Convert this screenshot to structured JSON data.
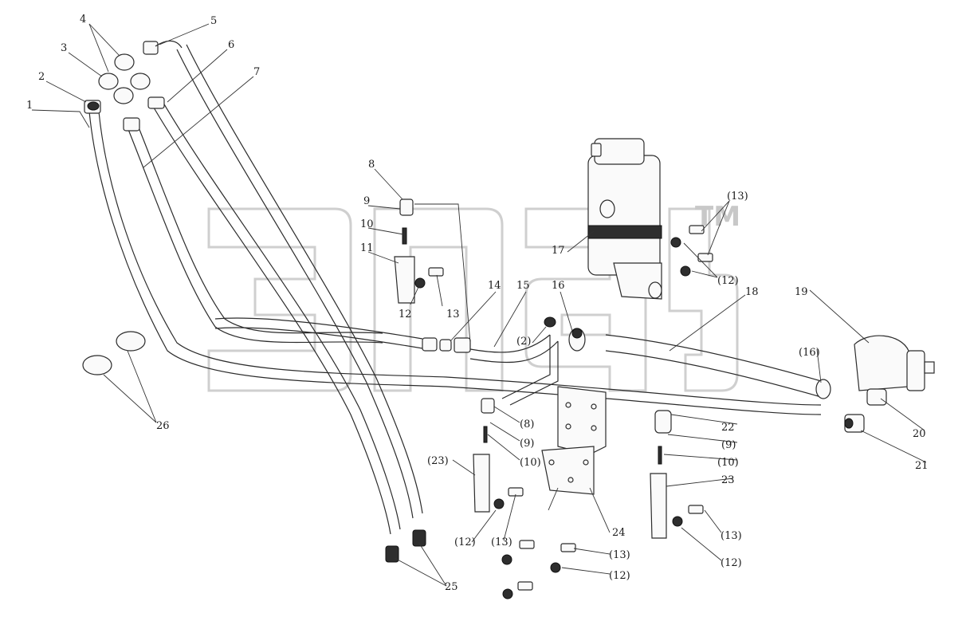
{
  "diagram": {
    "watermark_mark": "TM",
    "callouts": [
      {
        "id": "c1",
        "text": "1"
      },
      {
        "id": "c2",
        "text": "2"
      },
      {
        "id": "c3",
        "text": "3"
      },
      {
        "id": "c4",
        "text": "4"
      },
      {
        "id": "c5",
        "text": "5"
      },
      {
        "id": "c6",
        "text": "6"
      },
      {
        "id": "c7",
        "text": "7"
      },
      {
        "id": "c8",
        "text": "8"
      },
      {
        "id": "c9",
        "text": "9"
      },
      {
        "id": "c10",
        "text": "10"
      },
      {
        "id": "c11",
        "text": "11"
      },
      {
        "id": "c12",
        "text": "12"
      },
      {
        "id": "c13",
        "text": "13"
      },
      {
        "id": "c14",
        "text": "14"
      },
      {
        "id": "c15",
        "text": "15"
      },
      {
        "id": "c16",
        "text": "16"
      },
      {
        "id": "c2b",
        "text": "(2)"
      },
      {
        "id": "c17",
        "text": "17"
      },
      {
        "id": "c13b",
        "text": "(13)"
      },
      {
        "id": "c12b",
        "text": "(12)"
      },
      {
        "id": "c18",
        "text": "18"
      },
      {
        "id": "c19",
        "text": "19"
      },
      {
        "id": "c16b",
        "text": "(16)"
      },
      {
        "id": "c20",
        "text": "20"
      },
      {
        "id": "c21",
        "text": "21"
      },
      {
        "id": "c22",
        "text": "22"
      },
      {
        "id": "c9b",
        "text": "(9)"
      },
      {
        "id": "c10b",
        "text": "(10)"
      },
      {
        "id": "c23",
        "text": "23"
      },
      {
        "id": "c13c",
        "text": "(13)"
      },
      {
        "id": "c12c",
        "text": "(12)"
      },
      {
        "id": "c8b",
        "text": "(8)"
      },
      {
        "id": "c9c",
        "text": "(9)"
      },
      {
        "id": "c10c",
        "text": "(10)"
      },
      {
        "id": "c23b",
        "text": "(23)"
      },
      {
        "id": "c12d",
        "text": "(12)"
      },
      {
        "id": "c13d",
        "text": "(13)"
      },
      {
        "id": "c24",
        "text": "24"
      },
      {
        "id": "c13e",
        "text": "(13)"
      },
      {
        "id": "c12e",
        "text": "(12)"
      },
      {
        "id": "c25",
        "text": "25"
      },
      {
        "id": "c26",
        "text": "26"
      }
    ]
  }
}
